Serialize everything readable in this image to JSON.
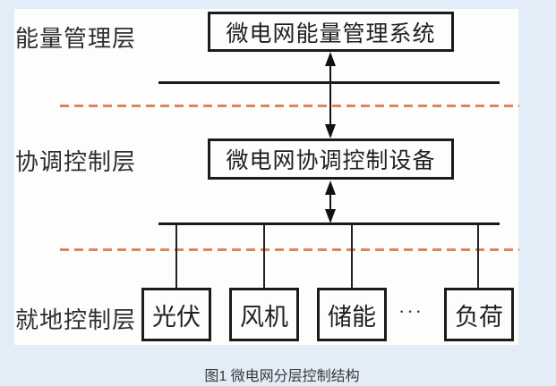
{
  "figure": {
    "caption": "图1 微电网分层控制结构",
    "ellipsis": "···"
  },
  "layers": [
    {
      "label": "能量管理层"
    },
    {
      "label": "协调控制层"
    },
    {
      "label": "就地控制层"
    }
  ],
  "boxes": {
    "ems": "微电网能量管理系统",
    "ccd": "微电网协调控制设备"
  },
  "devices": [
    {
      "label": "光伏"
    },
    {
      "label": "风机"
    },
    {
      "label": "储能"
    },
    {
      "label": "负荷"
    }
  ],
  "colors": {
    "background": "#e2edf8",
    "panel": "#fdfdfb",
    "solid_line": "#1b1b1b",
    "dashed_divider": "#e0835f",
    "text": "#2e2e2e"
  }
}
